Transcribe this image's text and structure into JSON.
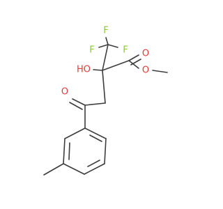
{
  "molecule": {
    "atoms": {
      "f_top": "F",
      "f_left": "F",
      "f_right": "F",
      "ho": "HO",
      "ester_carbonyl_o": "O",
      "ester_ether_o": "O",
      "ketone_o": "O"
    },
    "colors": {
      "bond": "#3c3c3c",
      "oxygen": "#e23b3b",
      "fluorine": "#8cc63f",
      "background": "#ffffff"
    }
  }
}
